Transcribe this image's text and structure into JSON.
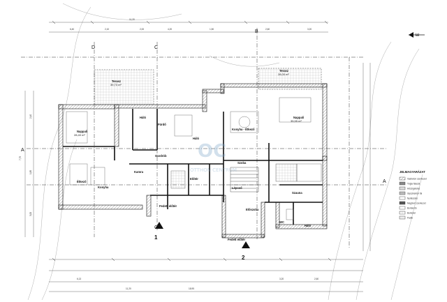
{
  "north_label": "E",
  "rooms": [
    {
      "name": "Terasz",
      "area": "39,73 m²"
    },
    {
      "name": "Terasz",
      "area": "28,00 m²"
    },
    {
      "name": "Háló",
      "area": ""
    },
    {
      "name": "Nappali",
      "area": "28,40 m²"
    },
    {
      "name": "Fürdő",
      "area": ""
    },
    {
      "name": "Nappali",
      "area": "35,55 m²"
    },
    {
      "name": "Konyha - Étkező",
      "area": ""
    },
    {
      "name": "Étkező",
      "area": ""
    },
    {
      "name": "Konyha",
      "area": ""
    },
    {
      "name": "Kamra",
      "area": ""
    },
    {
      "name": "Háló",
      "area": ""
    },
    {
      "name": "Szoba",
      "area": ""
    },
    {
      "name": "Előtér",
      "area": ""
    },
    {
      "name": "Lépcső",
      "area": ""
    },
    {
      "name": "Szauna",
      "area": ""
    },
    {
      "name": "Fedett előtér",
      "area": ""
    },
    {
      "name": "Előszoba",
      "area": ""
    },
    {
      "name": "Fedett előtér",
      "area": ""
    },
    {
      "name": "WC",
      "area": ""
    },
    {
      "name": "Háló",
      "area": ""
    },
    {
      "name": "Gardrób",
      "area": ""
    }
  ],
  "sections": {
    "a": "A",
    "b": "B",
    "c": "C",
    "d": "D"
  },
  "entrances": [
    "1",
    "2"
  ],
  "watermark": {
    "big": "OC",
    "small": "OTTHON CENTRUM"
  },
  "legend": {
    "title": "JELMAGYARÁZAT",
    "items": [
      "Vasbeton szerkezet",
      "Tégla falazat",
      "Hőszigetelés",
      "Gipszkarton fal",
      "Nyílászáró",
      "Meglévő szerkezet",
      "Bontandó",
      "Burkolat",
      "Padló"
    ]
  },
  "dims_top": [
    "11,20",
    "6,40",
    "2,10",
    "2,00",
    "4,20",
    "1,50",
    "2,60",
    "3,20"
  ],
  "dims_bottom": [
    "6,13",
    "11,20",
    "18,95",
    "3,20",
    "2,60"
  ],
  "dims_left": [
    "7,75",
    "2,40",
    "1,85",
    "3,00"
  ]
}
